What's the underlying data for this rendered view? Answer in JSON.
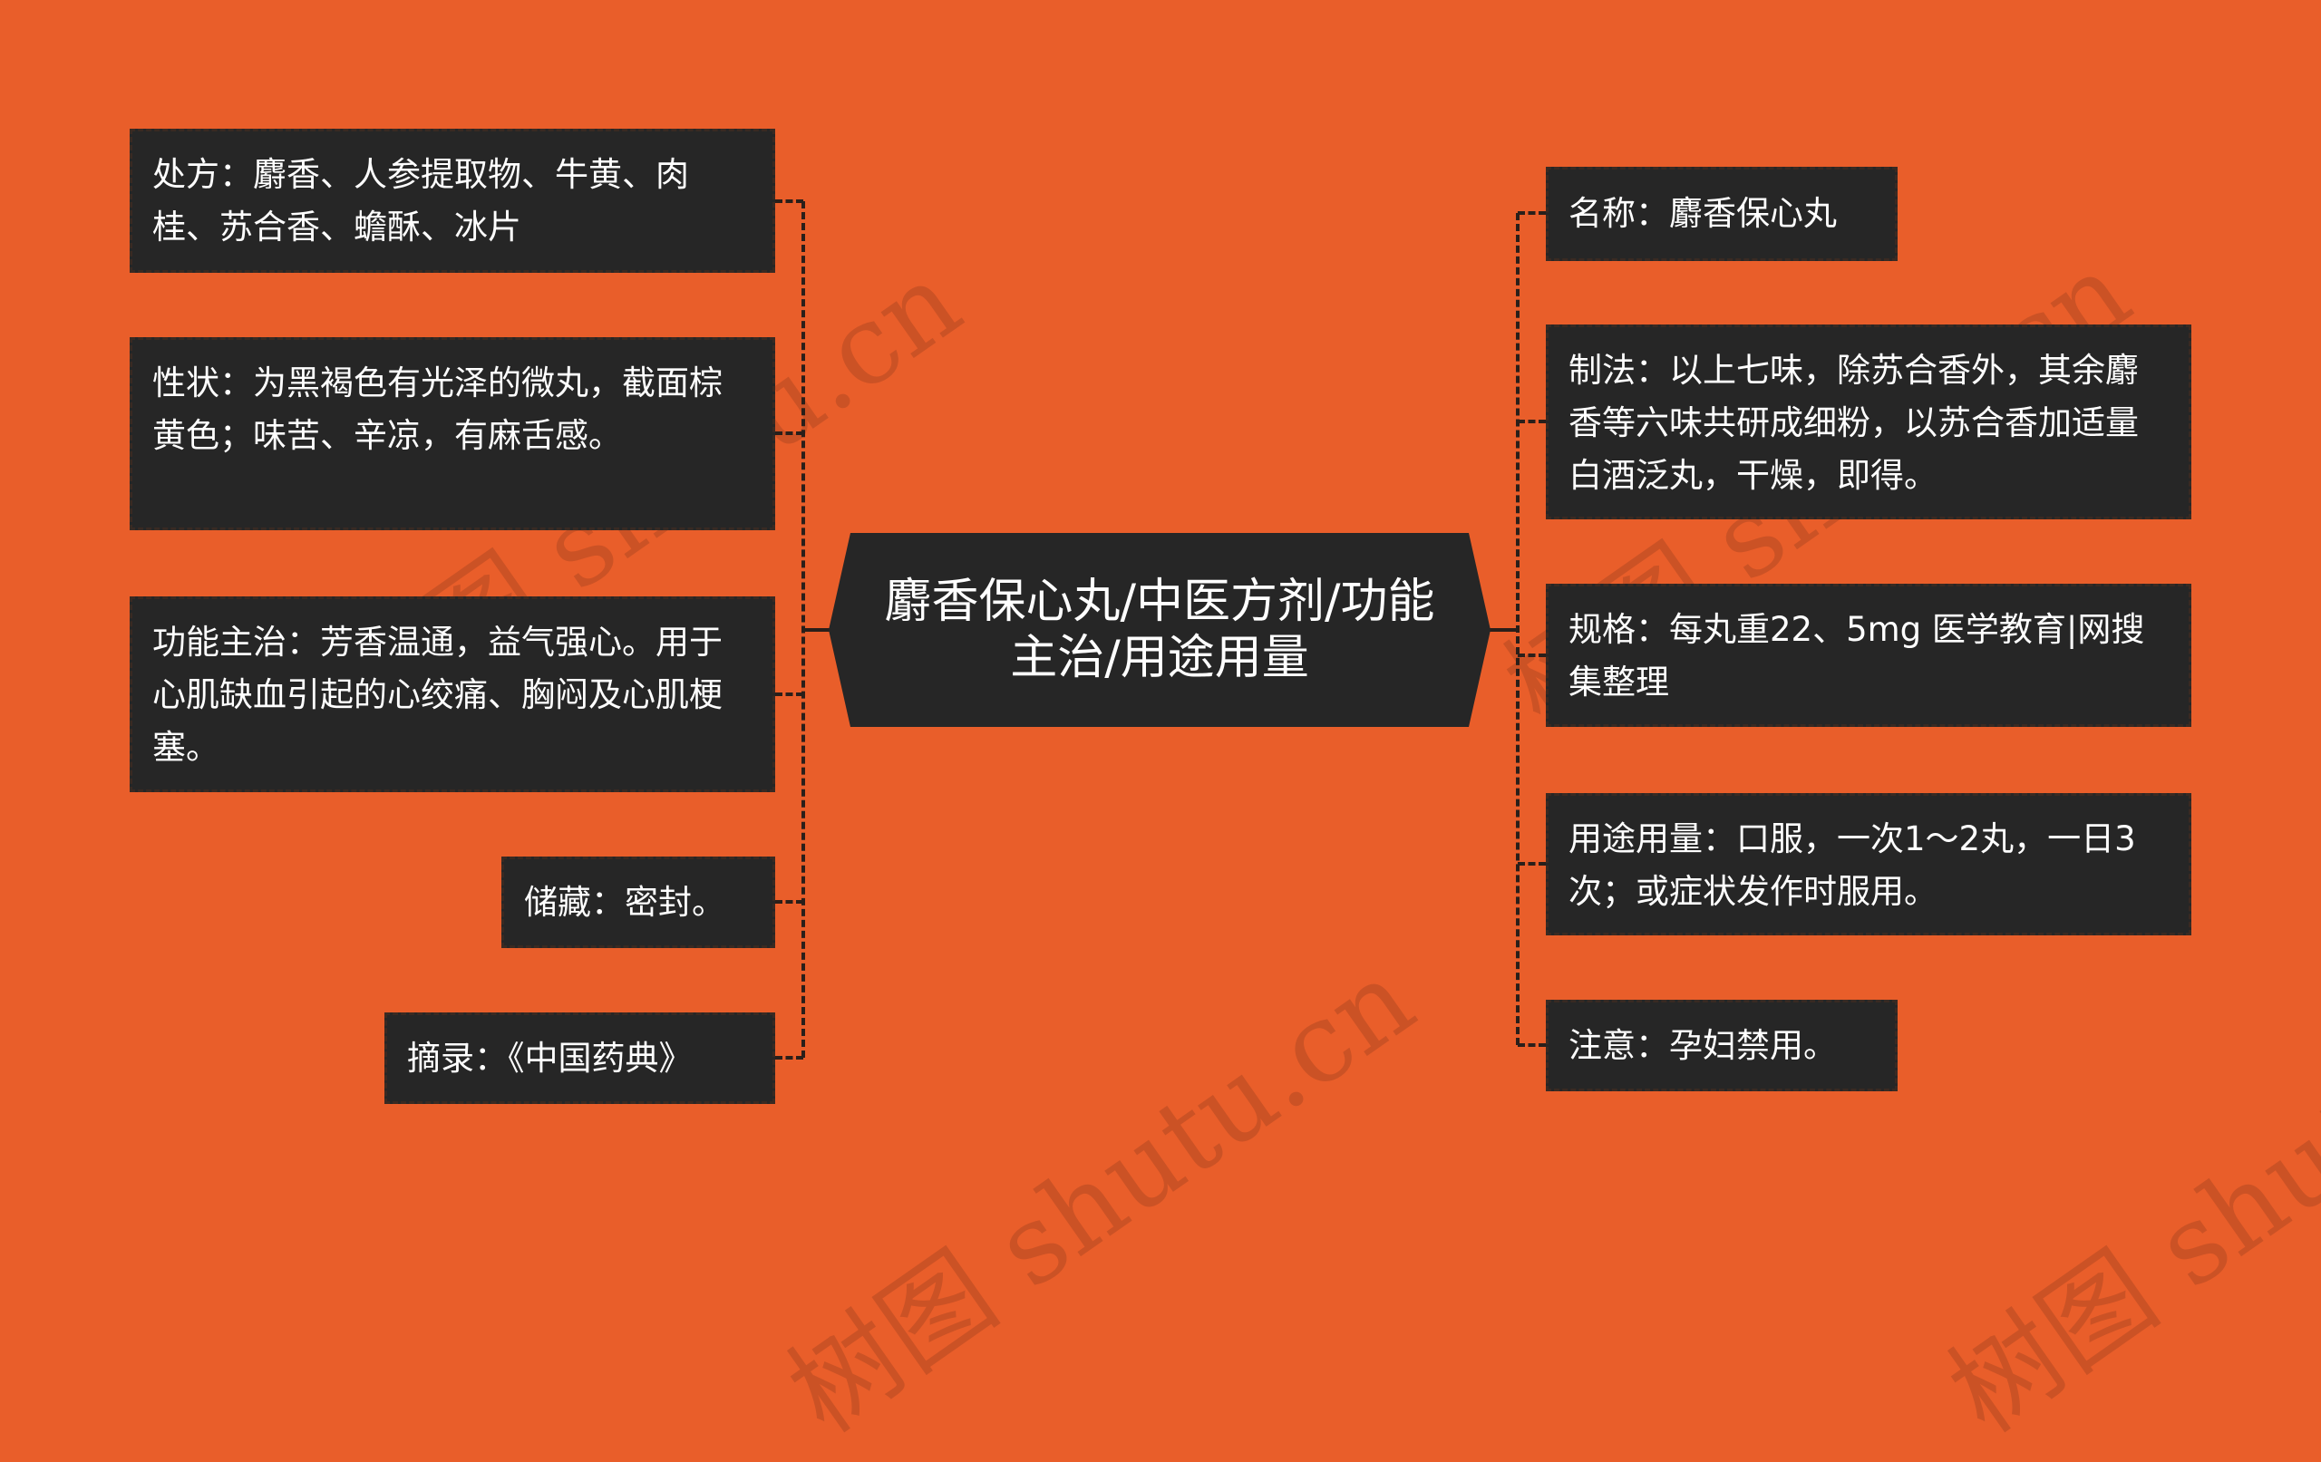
{
  "colors": {
    "background": "#E95E2A",
    "node_fill": "#262626",
    "node_text": "#FFFFFF",
    "connector": "#2A1F1A"
  },
  "root": {
    "label": "麝香保心丸/中医方剂/功能主治/用途用量"
  },
  "left_nodes": [
    {
      "label": "处方：麝香、人参提取物、牛黄、肉桂、苏合香、蟾酥、冰片"
    },
    {
      "label": "性状：为黑褐色有光泽的微丸，截面棕黄色；味苦、辛凉，有麻舌感。"
    },
    {
      "label": "功能主治：芳香温通，益气强心。用于心肌缺血引起的心绞痛、胸闷及心肌梗塞。"
    },
    {
      "label": "储藏：密封。"
    },
    {
      "label": "摘录：《中国药典》"
    }
  ],
  "right_nodes": [
    {
      "label": "名称：麝香保心丸"
    },
    {
      "label": "制法：以上七味，除苏合香外，其余麝香等六味共研成细粉，以苏合香加适量白酒泛丸，干燥，即得。"
    },
    {
      "label": "规格：每丸重22、5mg 医学教育|网搜集整理"
    },
    {
      "label": "用途用量：口服，一次1～2丸，一日3次；或症状发作时服用。"
    },
    {
      "label": "注意：孕妇禁用。"
    }
  ],
  "watermark": {
    "text": "树图 shutu.cn"
  }
}
